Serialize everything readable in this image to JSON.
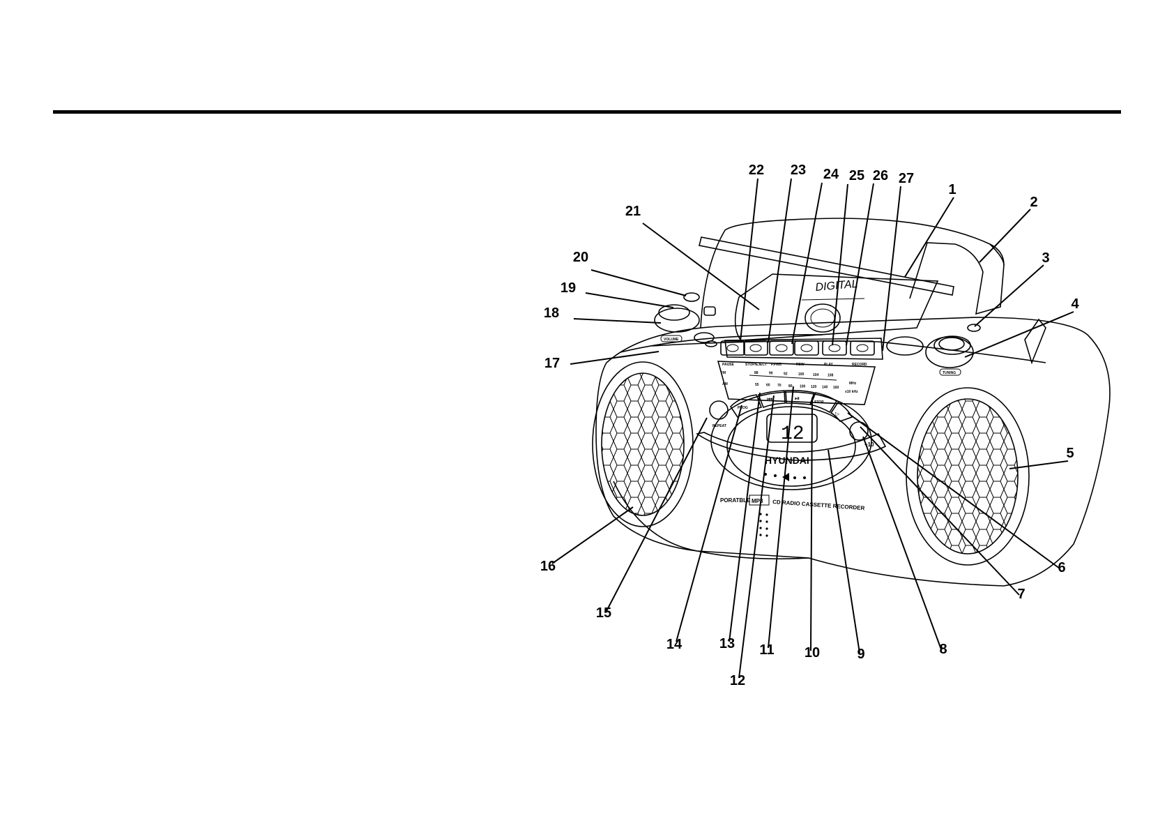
{
  "callouts": [
    {
      "num": "1"
    },
    {
      "num": "2"
    },
    {
      "num": "3"
    },
    {
      "num": "4"
    },
    {
      "num": "5"
    },
    {
      "num": "6"
    },
    {
      "num": "7"
    },
    {
      "num": "8"
    },
    {
      "num": "9"
    },
    {
      "num": "10"
    },
    {
      "num": "11"
    },
    {
      "num": "12"
    },
    {
      "num": "13"
    },
    {
      "num": "14"
    },
    {
      "num": "15"
    },
    {
      "num": "16"
    },
    {
      "num": "17"
    },
    {
      "num": "18"
    },
    {
      "num": "19"
    },
    {
      "num": "20"
    },
    {
      "num": "21"
    },
    {
      "num": "22"
    },
    {
      "num": "23"
    },
    {
      "num": "24"
    },
    {
      "num": "25"
    },
    {
      "num": "26"
    },
    {
      "num": "27"
    }
  ],
  "device": {
    "brand": "HYUNDAI",
    "cd_lid_text": "DIGITAL",
    "display": "12",
    "product_line_a": "PORATBLE",
    "product_line_mp3": "MP3",
    "product_line_b": "CD RADIO CASSETTE RECORDER",
    "cassette_buttons": [
      "PAUSE",
      "STOP/EJECT",
      "F.FWD",
      "REW",
      "PLAY",
      "RECORD"
    ],
    "record_color": "#e53935",
    "cd_buttons": [
      "PROG",
      "STOP",
      "REPEAT"
    ],
    "knob_labels": [
      "VOLUME",
      "TUNING"
    ],
    "band_labels": [
      "FM",
      "AM"
    ],
    "fm_ticks": [
      "88",
      "90",
      "92",
      "100",
      "104",
      "108"
    ],
    "am_ticks": [
      "55",
      "60",
      "70",
      "80",
      "100",
      "120",
      "140",
      "160"
    ],
    "unit_mhz": "MHz",
    "unit_khz": "x10 kHz",
    "skip_label": "+10"
  }
}
